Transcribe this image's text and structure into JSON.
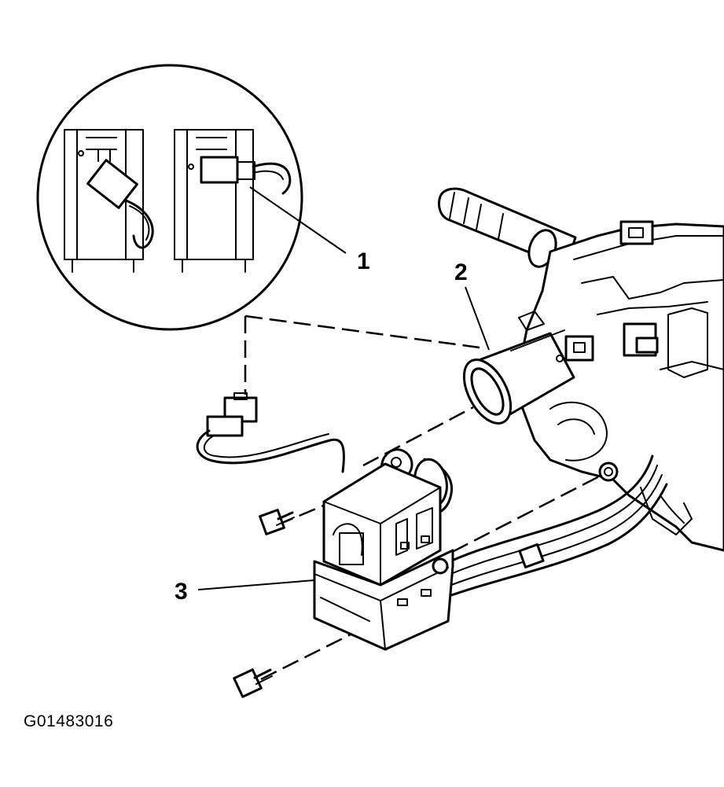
{
  "callouts": {
    "item_1": "1",
    "item_2": "2",
    "item_3": "3"
  },
  "figure_id": "G01483016",
  "colors": {
    "ink": "#000000",
    "paper": "#ffffff"
  }
}
